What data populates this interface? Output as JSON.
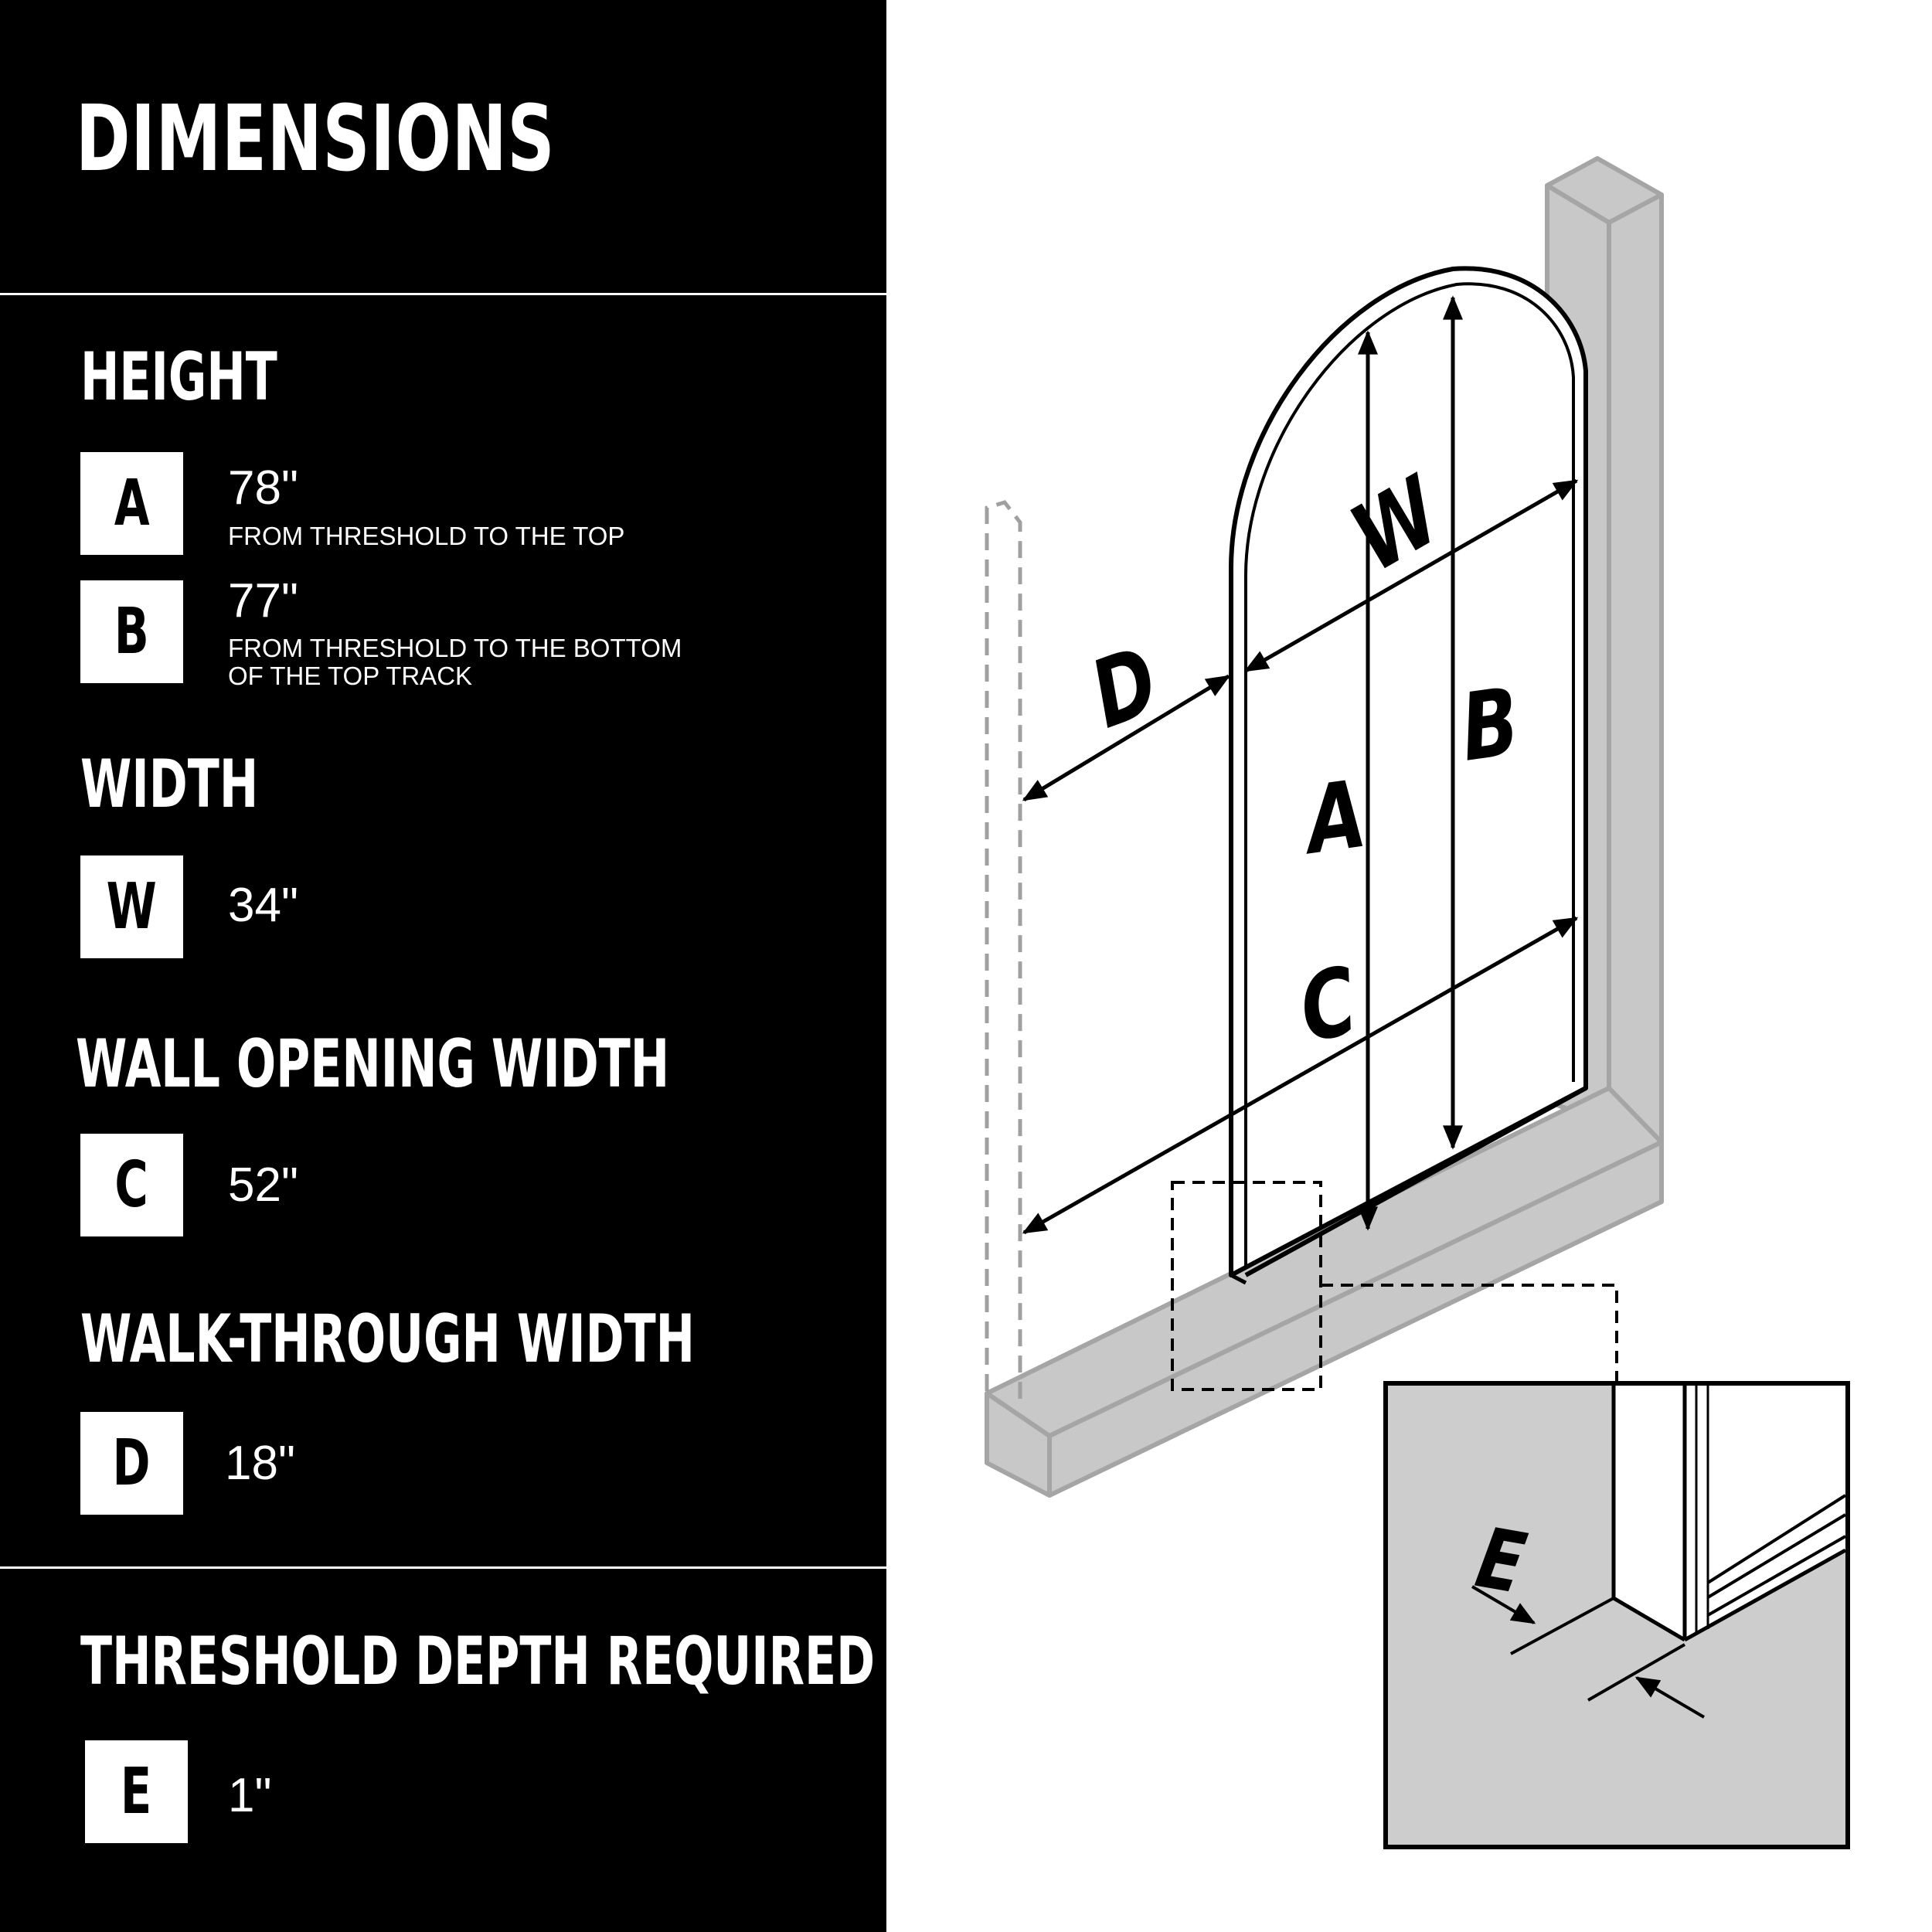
{
  "title": "DIMENSIONS",
  "sections": {
    "height": "HEIGHT",
    "width": "WIDTH",
    "wall_opening": "WALL OPENING WIDTH",
    "walk_through": "WALK-THROUGH WIDTH",
    "threshold": "THRESHOLD DEPTH REQUIRED"
  },
  "specs": {
    "A": {
      "letter": "A",
      "value": "78\"",
      "desc": "FROM THRESHOLD TO THE TOP"
    },
    "B": {
      "letter": "B",
      "value": "77\"",
      "desc_line1": "FROM THRESHOLD TO THE BOTTOM",
      "desc_line2": "OF THE TOP TRACK"
    },
    "W": {
      "letter": "W",
      "value": "34\""
    },
    "C": {
      "letter": "C",
      "value": "52\""
    },
    "D": {
      "letter": "D",
      "value": "18\""
    },
    "E": {
      "letter": "E",
      "value": "1\""
    }
  },
  "diagram_labels": {
    "W": "W",
    "A": "A",
    "B": "B",
    "C": "C",
    "D": "D",
    "E": "E"
  },
  "colors": {
    "panel": "#000000",
    "wall": "#c8c8c8",
    "wall_stroke": "#a5a5a5",
    "detail_fill": "#cdcdcd"
  }
}
